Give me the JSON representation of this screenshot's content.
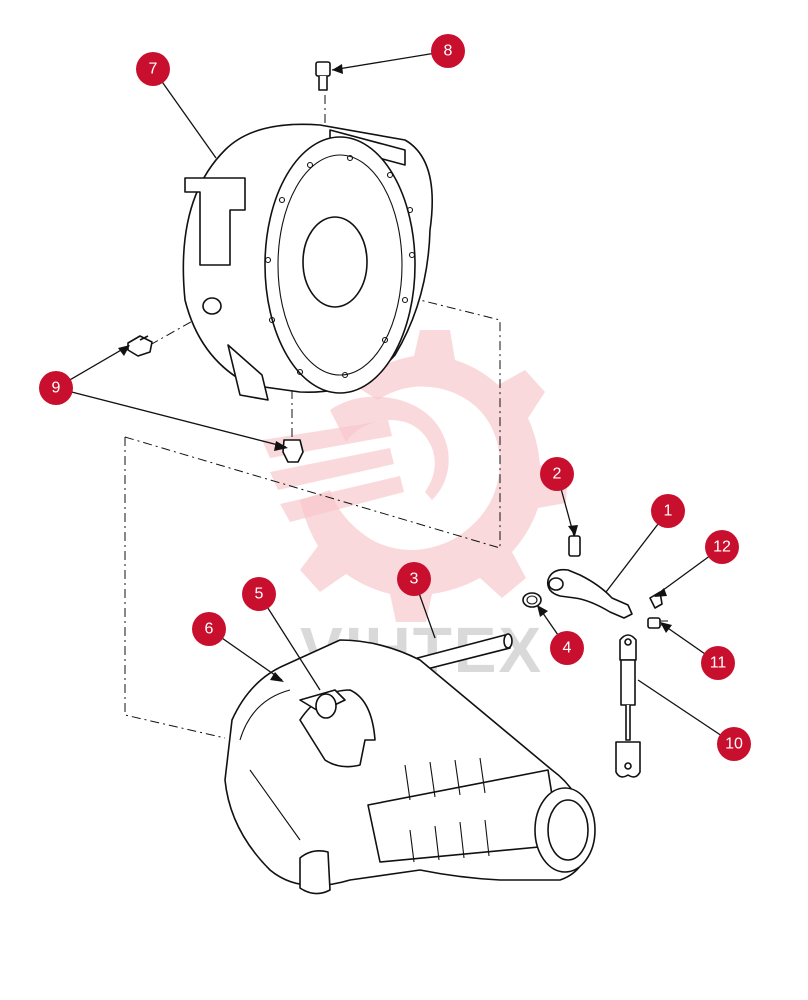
{
  "diagram": {
    "watermark": "VIHTEX",
    "callouts": [
      {
        "number": "1"
      },
      {
        "number": "2"
      },
      {
        "number": "3"
      },
      {
        "number": "4"
      },
      {
        "number": "5"
      },
      {
        "number": "6"
      },
      {
        "number": "7"
      },
      {
        "number": "8"
      },
      {
        "number": "9"
      },
      {
        "number": "10"
      },
      {
        "number": "11"
      },
      {
        "number": "12"
      }
    ],
    "colors": {
      "callout": "#c8102e",
      "line": "#111111",
      "watermark": "#f7c5cb"
    }
  }
}
